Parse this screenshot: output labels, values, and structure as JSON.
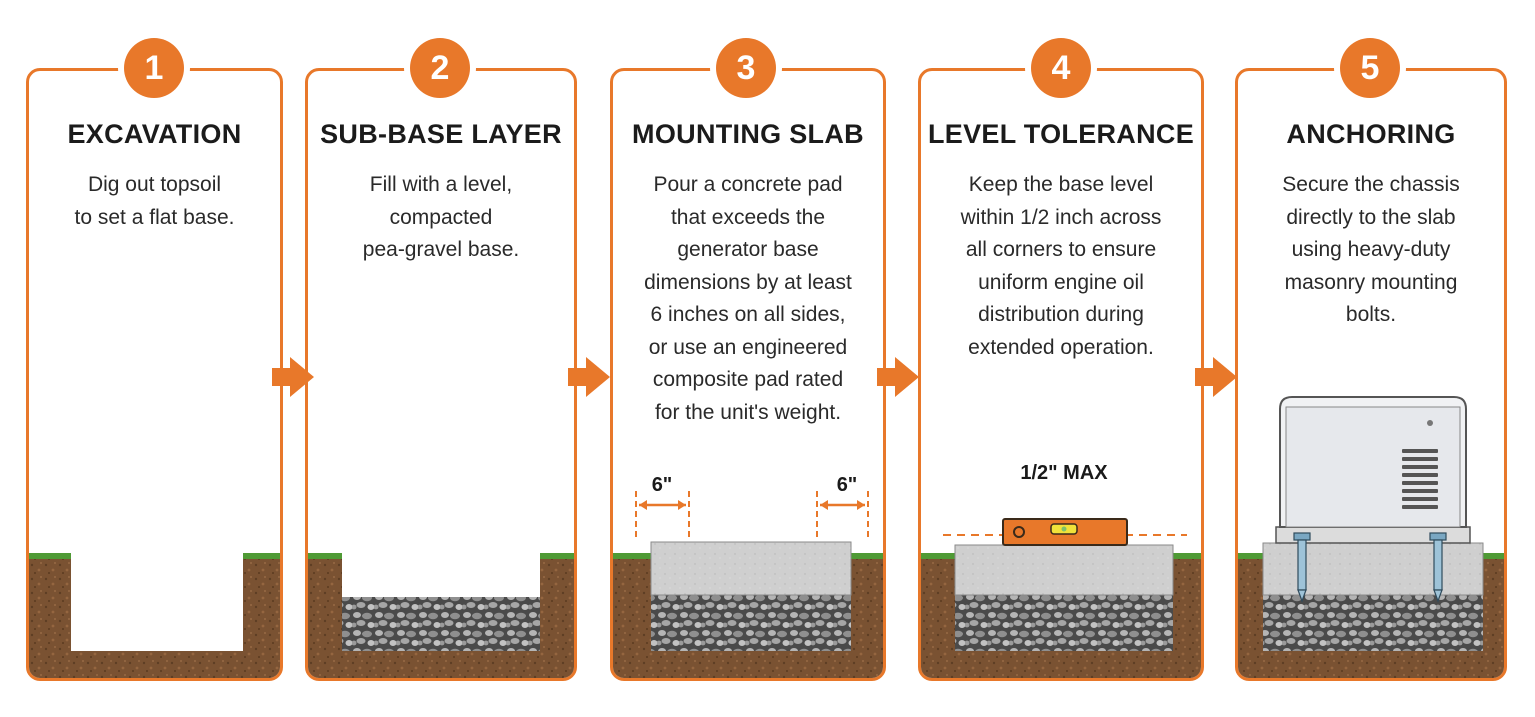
{
  "steps": [
    {
      "number": "1",
      "title": "EXCAVATION",
      "description": [
        "Dig out topsoil",
        "to set a flat base."
      ]
    },
    {
      "number": "2",
      "title": "SUB-BASE LAYER",
      "description": [
        "Fill with a level,",
        "compacted",
        "pea-gravel base."
      ]
    },
    {
      "number": "3",
      "title": "MOUNTING SLAB",
      "description": [
        "Pour a concrete pad",
        "that exceeds the",
        "generator base",
        "dimensions by at least",
        "6 inches on all sides,",
        "or use an engineered",
        "composite pad rated",
        "for the unit's weight."
      ]
    },
    {
      "number": "4",
      "title": "LEVEL TOLERANCE",
      "description": [
        "Keep the base level",
        "within 1/2 inch across",
        "all corners to ensure",
        "uniform engine oil",
        "distribution during",
        "extended operation."
      ]
    },
    {
      "number": "5",
      "title": "ANCHORING",
      "description": [
        "Secure the chassis",
        "directly to the slab",
        "using heavy-duty",
        "masonry mounting",
        "bolts."
      ]
    }
  ],
  "labels": {
    "clearance_left": "6\"",
    "clearance_right": "6\"",
    "level_max": "1/2\" MAX"
  },
  "colors": {
    "accent": "#e8782a",
    "soil": "#7a5232",
    "grass": "#4f9a35",
    "concrete": "#cfcfcf",
    "gravel": "#9a9a9a"
  },
  "icons": [
    "step-arrow-icon",
    "bubble-level-icon",
    "anchor-bolt-icon",
    "generator-icon"
  ]
}
